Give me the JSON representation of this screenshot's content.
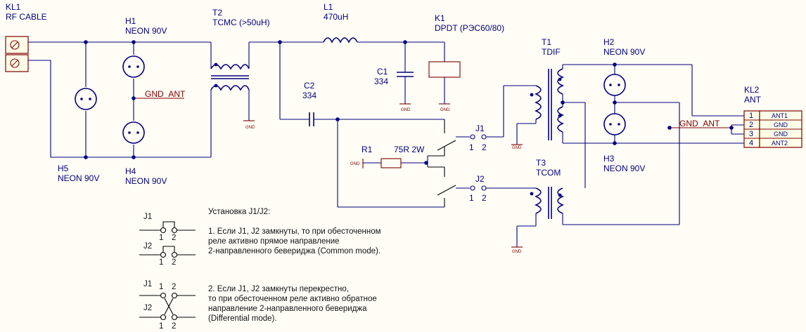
{
  "components": {
    "kl1": {
      "ref": "KL1",
      "value": "RF CABLE"
    },
    "h1": {
      "ref": "H1",
      "value": "NEON 90V"
    },
    "h4": {
      "ref": "H4",
      "value": "NEON 90V"
    },
    "h5": {
      "ref": "H5",
      "value": "NEON 90V"
    },
    "t2": {
      "ref": "T2",
      "value": "TCMC (>50uH)"
    },
    "l1": {
      "ref": "L1",
      "value": "470uH"
    },
    "k1": {
      "ref": "K1",
      "value": "DPDT (РЭС60/80)"
    },
    "c1": {
      "ref": "C1",
      "value": "334"
    },
    "c2": {
      "ref": "C2",
      "value": "334"
    },
    "r1": {
      "ref": "R1",
      "value": "75R  2W"
    },
    "t1": {
      "ref": "T1",
      "value": "TDIF"
    },
    "t3": {
      "ref": "T3",
      "value": "TCOM"
    },
    "h2": {
      "ref": "H2",
      "value": "NEON 90V"
    },
    "h3": {
      "ref": "H3",
      "value": "NEON 90V"
    },
    "kl2": {
      "ref": "KL2",
      "value": "ANT",
      "pins": [
        {
          "num": "1",
          "name": "ANT1"
        },
        {
          "num": "2",
          "name": "GND"
        },
        {
          "num": "3",
          "name": "GND"
        },
        {
          "num": "4",
          "name": "ANT2"
        }
      ]
    },
    "j1": {
      "ref": "J1",
      "pin1": "1",
      "pin2": "2"
    },
    "j2": {
      "ref": "J2",
      "pin1": "1",
      "pin2": "2"
    }
  },
  "nets": {
    "gnd_ant": "GND_ANT",
    "gnd": "GND"
  },
  "notes": {
    "title": "Установка J1/J2:",
    "note1": [
      "1. Если J1, J2 замкнуты, то при обесточенном",
      "реле активно прямое направление",
      "2-направленного бевериджа (Common mode)."
    ],
    "note2": [
      "2. Если J1, J2 замкнуты перекрестно,",
      "то при обесточенном реле активно обратное",
      "направление 2-направленного бевериджа",
      "(Differential mode)."
    ],
    "legend": {
      "j1": "J1",
      "j2": "J2",
      "p1": "1",
      "p2": "2"
    }
  }
}
